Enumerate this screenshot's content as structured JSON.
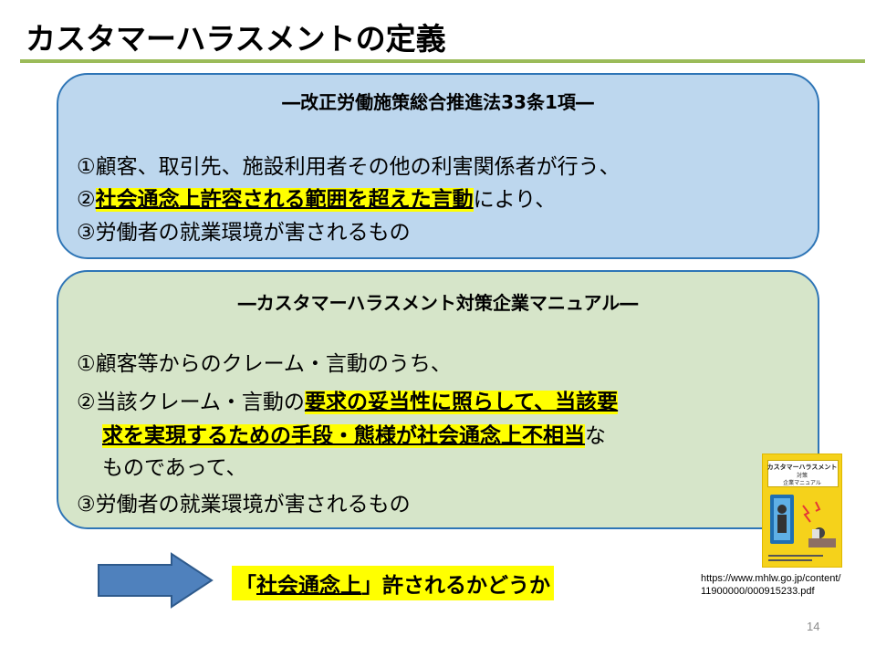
{
  "title": "カスタマーハラスメントの定義",
  "box1": {
    "heading": "―改正労働施策総合推進法33条1項―",
    "line1": "①顧客、取引先、施設利用者その他の利害関係者が行う、",
    "line2_prefix": "②",
    "line2_highlight": "社会通念上許容される範囲を超えた言動",
    "line2_suffix": "により、",
    "line3": "③労働者の就業環境が害されるもの"
  },
  "box2": {
    "heading": "―カスタマーハラスメント対策企業マニュアル―",
    "line1": "①顧客等からのクレーム・言動のうち、",
    "line2_prefix": "②当該クレーム・言動の",
    "line2_highlight": "要求の妥当性に照らして、当該要",
    "line3_highlight": "求を実現するための手段・態様が社会通念上不相当",
    "line3_suffix": "な",
    "line4": "ものであって、",
    "line5": "③労働者の就業環境が害されるもの"
  },
  "conclusion": {
    "open": "「",
    "highlight": "社会通念上",
    "close": "」",
    "rest": "許されるかどうか"
  },
  "manual_cover": {
    "title": "カスタマーハラスメント",
    "subtitle": "対策",
    "subtitle2": "企業マニュアル"
  },
  "url_line1": "https://www.mhlw.go.jp/content/",
  "url_line2": "11900000/000915233.pdf",
  "page_number": "14",
  "colors": {
    "accent_rule": "#9bbb59",
    "box_border": "#2e75b6",
    "box1_fill": "#bdd7ee",
    "box2_fill": "#d6e5c9",
    "highlight": "#ffff00",
    "arrow_fill": "#4f81bd"
  }
}
